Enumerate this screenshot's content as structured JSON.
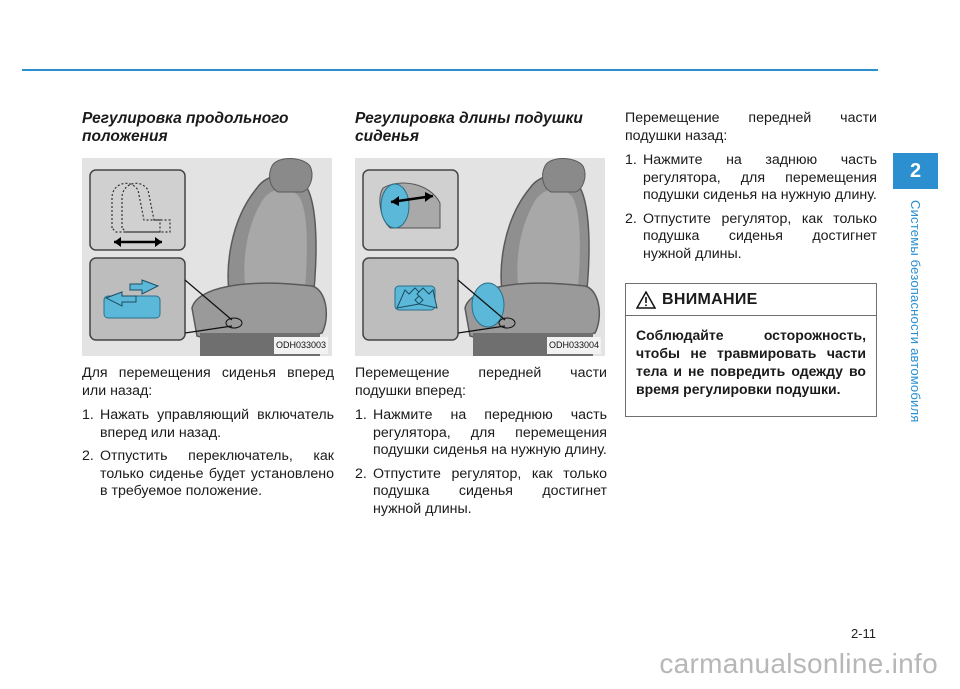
{
  "col1": {
    "heading": "Регулировка продольного положения",
    "figure_code": "ODH033003",
    "intro": "Для перемещения сиденья вперед или назад:",
    "steps": [
      {
        "num": "1.",
        "text": "Нажать управляющий включатель вперед или назад."
      },
      {
        "num": "2.",
        "text": "Отпустить переключатель, как только сиденье будет установлено в требуемое положение."
      }
    ]
  },
  "col2": {
    "heading": "Регулировка длины подушки сиденья",
    "figure_code": "ODH033004",
    "intro": "Перемещение передней части подушки вперед:",
    "steps": [
      {
        "num": "1.",
        "text": "Нажмите на переднюю часть регулятора, для перемещения подушки сиденья на нужную длину."
      },
      {
        "num": "2.",
        "text": "Отпустите регулятор, как только подушка сиденья достигнет нужной длины."
      }
    ]
  },
  "col3": {
    "intro": "Перемещение передней части подушки назад:",
    "steps": [
      {
        "num": "1.",
        "text": "Нажмите на заднюю часть регулятора, для перемещения подушки сиденья на нужную длину."
      },
      {
        "num": "2.",
        "text": "Отпустите регулятор, как только подушка сиденья достигнет нужной длины."
      }
    ]
  },
  "caution": {
    "title": "ВНИМАНИЕ",
    "text": "Соблюдайте осторожность, чтобы не травмировать части тела и не повредить одежду во время регулировки подушки."
  },
  "sidebar": {
    "chapter": "2",
    "section": "Системы безопасности автомобиля"
  },
  "page_number": "2-11",
  "watermark": "carmanualsonline.info",
  "colors": {
    "accent": "#2b8fd0",
    "highlight": "#5bb8d8"
  }
}
